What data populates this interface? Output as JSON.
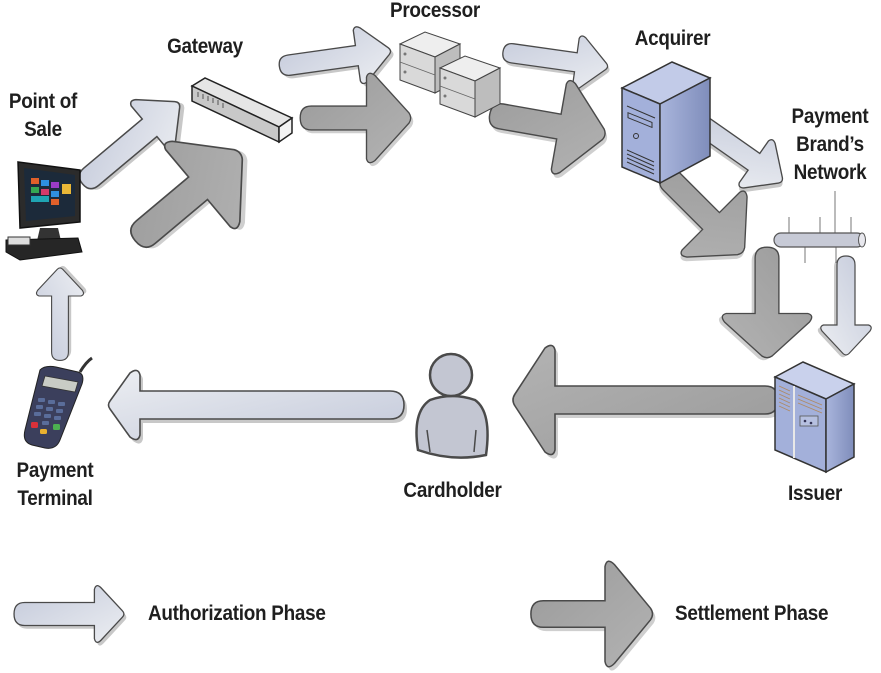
{
  "nodes": {
    "pos": {
      "label_line1": "Point of",
      "label_line2": "Sale"
    },
    "gateway": {
      "label": "Gateway"
    },
    "processor": {
      "label": "Processor"
    },
    "acquirer": {
      "label": "Acquirer"
    },
    "network": {
      "label_line1": "Payment",
      "label_line2": "Brand’s",
      "label_line3": "Network"
    },
    "issuer": {
      "label": "Issuer"
    },
    "cardholder": {
      "label": "Cardholder"
    },
    "terminal": {
      "label_line1": "Payment",
      "label_line2": "Terminal"
    }
  },
  "legend": {
    "authorization": {
      "label": "Authorization Phase",
      "color": "#d6dbe6"
    },
    "settlement": {
      "label": "Settlement Phase",
      "color": "#a6a6a6"
    }
  },
  "colors": {
    "auth_fill": "#d4d9e4",
    "settle_fill": "#a3a3a3",
    "outline": "#4a4a4a",
    "server_blue": "#8e9cc7"
  }
}
